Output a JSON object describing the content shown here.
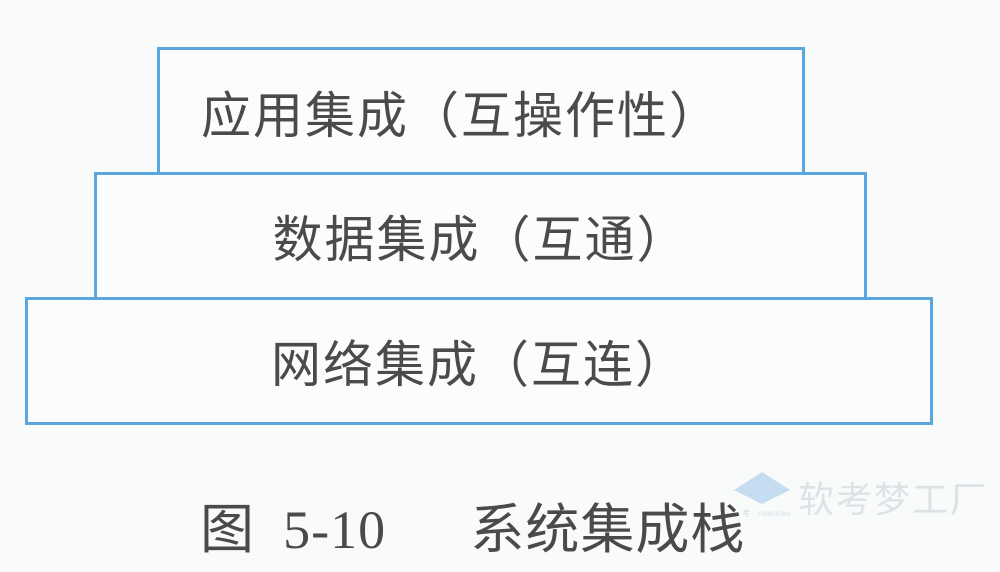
{
  "layers": {
    "top": "应用集成（互操作性）",
    "middle": "数据集成（互通）",
    "bottom": "网络集成（互连）"
  },
  "caption": {
    "figure_label": "图",
    "figure_number": "5-10",
    "title": "系统集成栈"
  },
  "watermark": {
    "text": "软考梦工厂",
    "logo_small_text": "考 · ruankao",
    "icon": "graduation-cap-icon"
  }
}
